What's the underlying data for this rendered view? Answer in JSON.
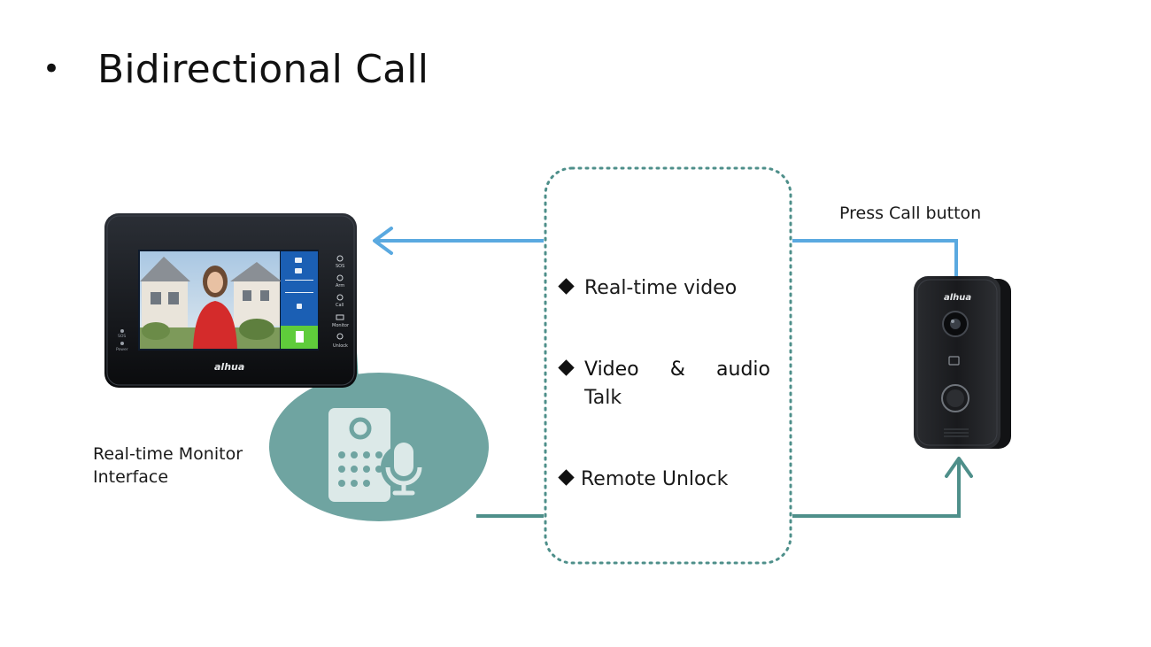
{
  "slide": {
    "bullet": "•",
    "title": "Bidirectional Call"
  },
  "left_caption": {
    "line1": "Real-time Monitor",
    "line2": "Interface"
  },
  "right_caption": "Press Call button",
  "features": {
    "item1": "Real-time video",
    "item2_word1": "Video",
    "item2_word2": "&",
    "item2_word3": "audio",
    "item2_word4": "Talk",
    "item3": "Remote Unlock"
  },
  "monitor": {
    "brand": "alhua",
    "side_labels": [
      "SOS",
      "Arm",
      "Call",
      "Monitor",
      "Unlock"
    ],
    "left_labels": [
      "SOS",
      "Power"
    ]
  },
  "doorbell": {
    "brand": "alhua"
  },
  "colors": {
    "top_arrow": "#5aa9e0",
    "bottom_arrow": "#4e8f8a",
    "dotted_box": "#4e8f8a",
    "bubble": "#6fa4a1",
    "icon_fill": "#dce9e8"
  }
}
